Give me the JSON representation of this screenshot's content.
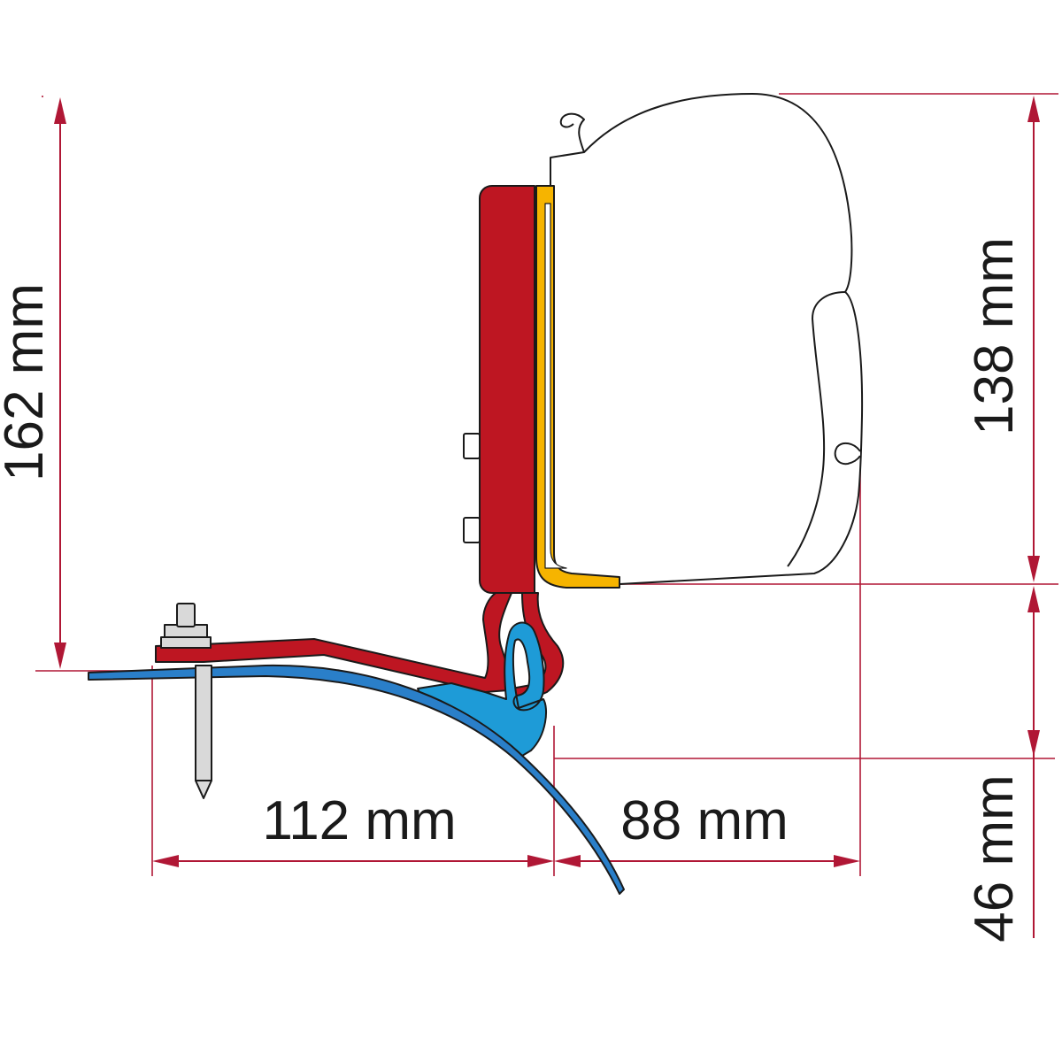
{
  "dimensions": {
    "total_height": "162 mm",
    "awning_height": "138 mm",
    "lower_height": "46 mm",
    "left_depth": "112 mm",
    "right_depth": "88 mm"
  },
  "colors": {
    "dimension_line": "#b01735",
    "bracket_red": "#be1622",
    "adapter_yellow": "#f6b400",
    "clip_blue": "#1e9bd7",
    "rail_blue": "#2a7fc9",
    "bolt_gray": "#d9d9d9",
    "outline": "#1a1a1a"
  }
}
